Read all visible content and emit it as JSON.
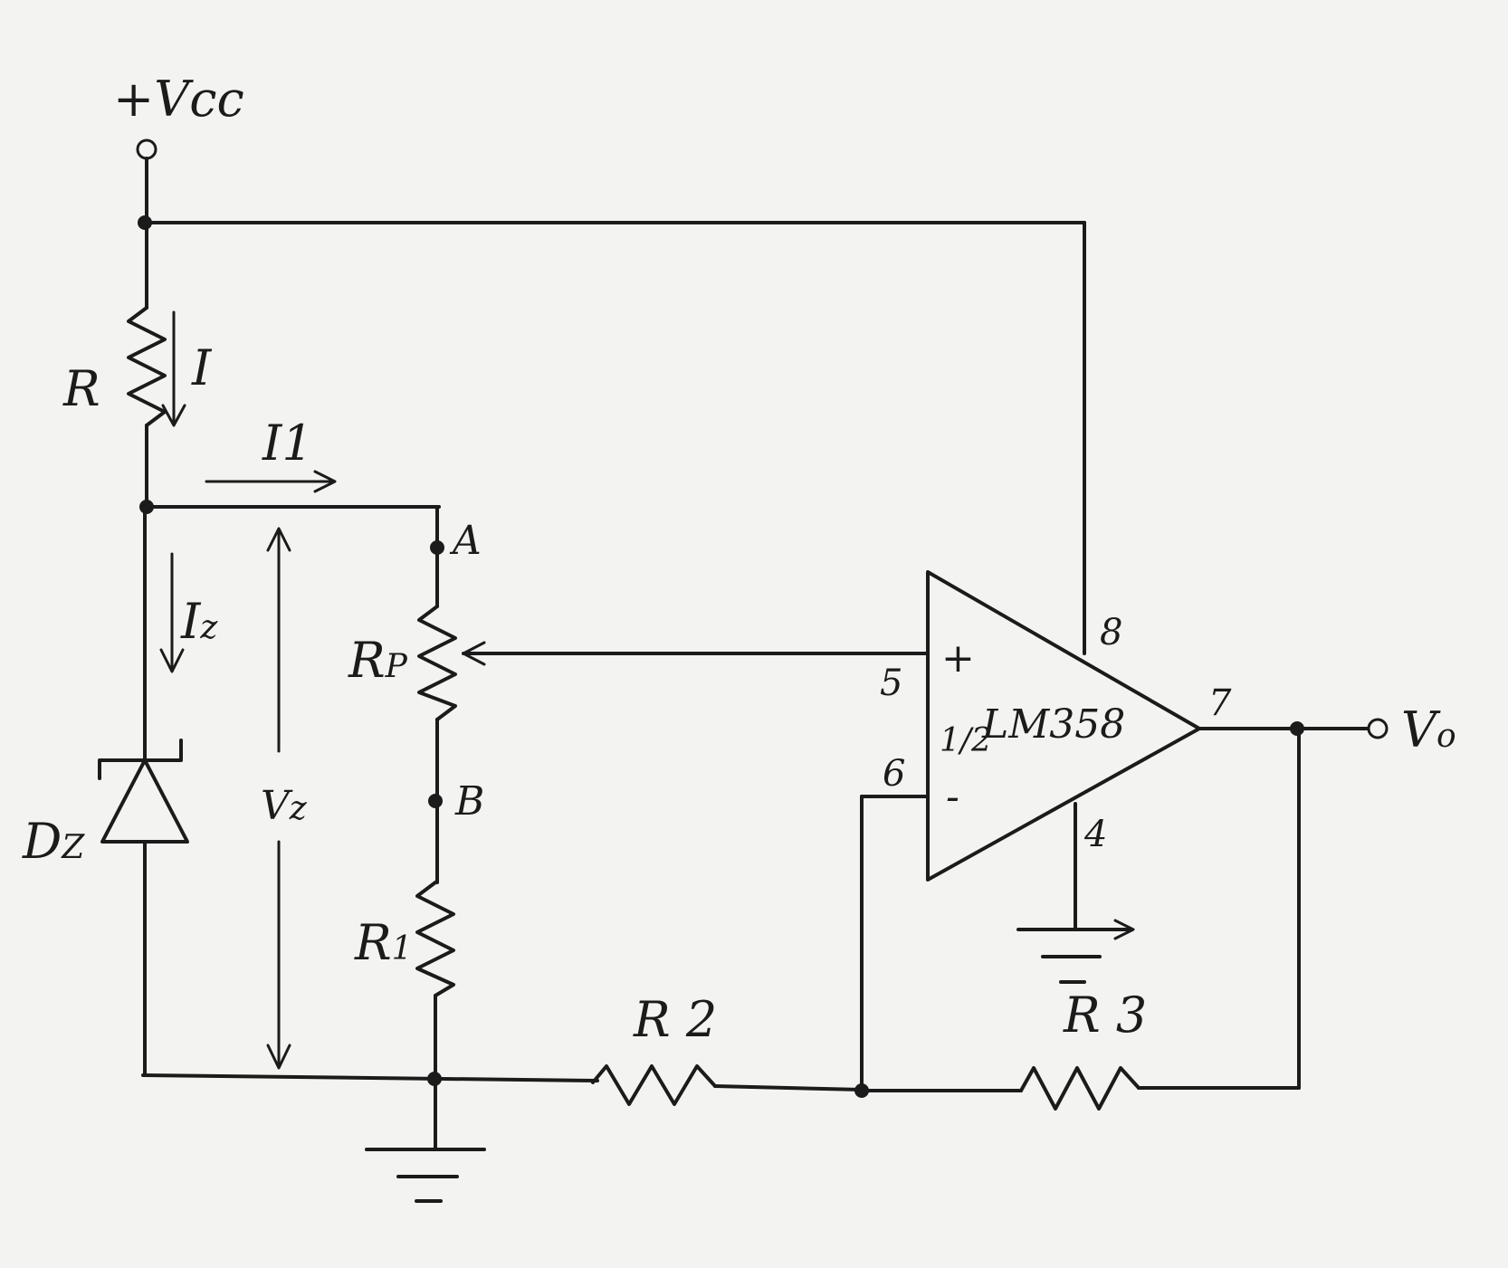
{
  "labels": {
    "vcc": "+Vcc",
    "resistor_r": "R",
    "current_i": "I",
    "current_i1": "I1",
    "current_iz_main": "I",
    "current_iz_sub": "z",
    "voltage_vz_main": "V",
    "voltage_vz_sub": "z",
    "zener_main": "D",
    "zener_sub": "Z",
    "node_a": "A",
    "node_b": "B",
    "pot_main": "R",
    "pot_sub": "P",
    "r1_main": "R",
    "r1_sub": "1",
    "r2": "R 2",
    "r3": "R 3",
    "opamp_name": "LM358",
    "opamp_unit": "1/2",
    "pin_plus": "+",
    "pin_minus": "-",
    "pin_5": "5",
    "pin_6": "6",
    "pin_7": "7",
    "pin_8": "8",
    "pin_4": "4",
    "output_main": "V",
    "output_sub": "o"
  },
  "colors": {
    "ink": "#1b1b1b",
    "paper": "#f3f3f1"
  }
}
